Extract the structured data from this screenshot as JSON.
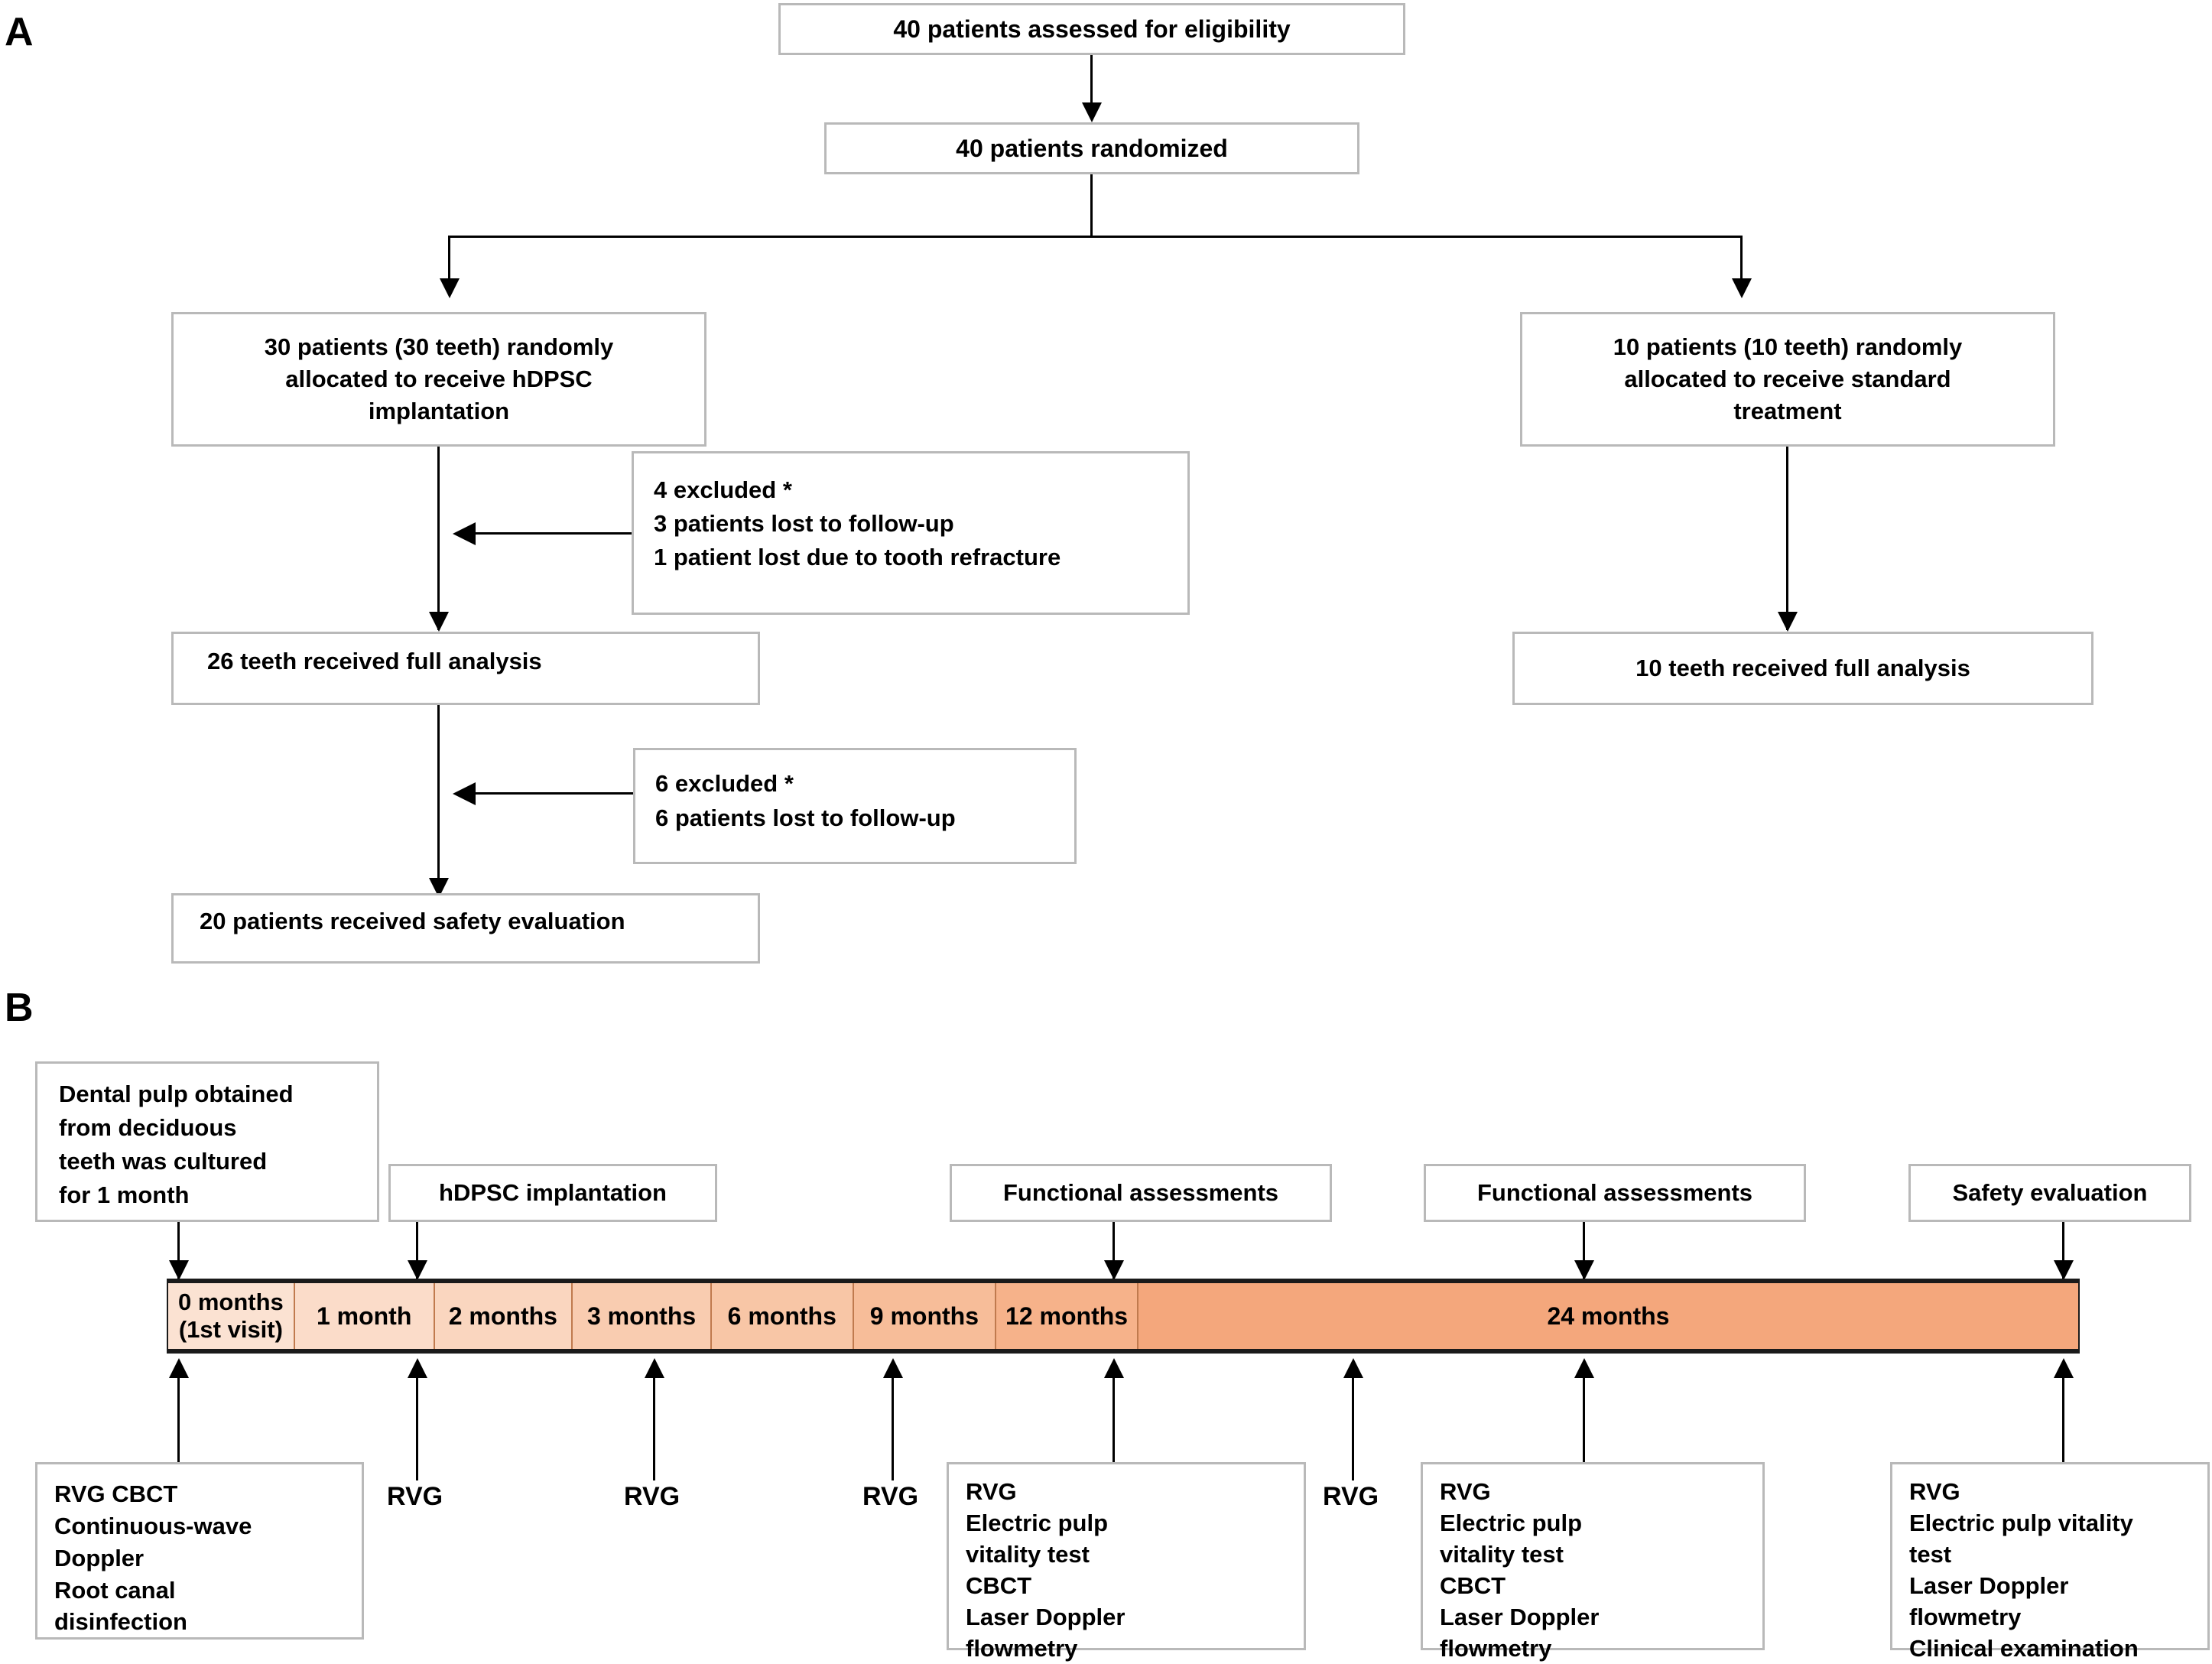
{
  "panels": {
    "a": {
      "letter": "A"
    },
    "b": {
      "letter": "B"
    }
  },
  "flowchart": {
    "nodes": {
      "assessed": {
        "text": "40 patients assessed for eligibility"
      },
      "randomized": {
        "text": "40 patients randomized"
      },
      "alloc_test": {
        "text": "30 patients (30 teeth) randomly\nallocated to receive hDPSC\nimplantation"
      },
      "alloc_ctrl": {
        "text": "10 patients (10 teeth) randomly\nallocated to receive standard\ntreatment"
      },
      "excluded_1": {
        "text": "4 excluded *\n3 patients lost to follow-up\n1 patient lost due to tooth refracture"
      },
      "analysis_test": {
        "text": "26 teeth received full analysis"
      },
      "analysis_ctrl": {
        "text": "10 teeth received full analysis"
      },
      "excluded_2": {
        "text": "6 excluded *\n6 patients  lost to follow-up"
      },
      "safety": {
        "text": "20 patients received  safety evaluation"
      }
    }
  },
  "timeline": {
    "top_labels": [
      {
        "text": "Dental pulp obtained\nfrom deciduous\nteeth was cultured\nfor 1 month"
      },
      {
        "text": "hDPSC implantation"
      },
      {
        "text": "Functional assessments"
      },
      {
        "text": "Functional assessments"
      },
      {
        "text": "Safety evaluation"
      }
    ],
    "segments": [
      {
        "label": "0 months\n(1st visit)",
        "color": "#fbe2d2"
      },
      {
        "label": "1 month",
        "color": "#fbdcc9"
      },
      {
        "label": "2 months",
        "color": "#fad6bf"
      },
      {
        "label": "3 months",
        "color": "#f9ccb0"
      },
      {
        "label": "6 months",
        "color": "#f8c6a6"
      },
      {
        "label": "9 months",
        "color": "#f7bd99"
      },
      {
        "label": "12 months",
        "color": "#f6b28a"
      },
      {
        "label": "24 months",
        "color": "#f4a77c"
      }
    ],
    "bottom_items": [
      {
        "type": "box",
        "text": "RVG  CBCT\nContinuous-wave\nDoppler\nRoot canal\ndisinfection"
      },
      {
        "type": "label",
        "text": "RVG"
      },
      {
        "type": "label",
        "text": "RVG"
      },
      {
        "type": "label",
        "text": "RVG"
      },
      {
        "type": "box",
        "text": "RVG\nElectric pulp\nvitality test\nCBCT\nLaser Doppler\nflowmetry"
      },
      {
        "type": "label",
        "text": "RVG"
      },
      {
        "type": "box",
        "text": "RVG\nElectric pulp\nvitality test\nCBCT\nLaser Doppler\nflowmetry"
      },
      {
        "type": "box",
        "text": "RVG\nElectric pulp vitality\ntest\nLaser Doppler\nflowmetry\nClinical examination"
      }
    ]
  },
  "colors": {
    "box_border": "#b9b9b9",
    "line": "#000000",
    "timeline_start": "#fbe2d2",
    "timeline_end": "#f4a77c"
  }
}
